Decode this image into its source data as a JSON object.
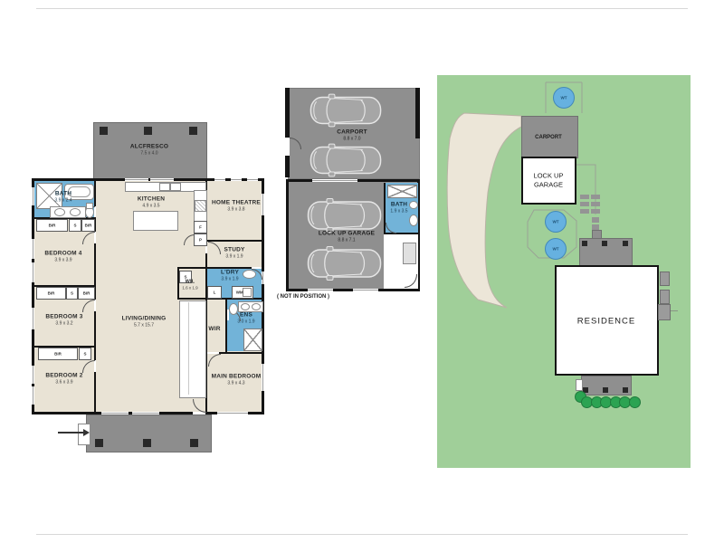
{
  "floorplan": {
    "alfresco": {
      "name": "ALCFRESCO",
      "dims": "7.5 x 4.0"
    },
    "bath": {
      "name": "BATH",
      "dims": "3.9 x 2.4"
    },
    "kitchen": {
      "name": "KITCHEN",
      "dims": "4.9 x 3.5"
    },
    "home_theatre": {
      "name": "HOME THEATRE",
      "dims": "3.9 x 3.8"
    },
    "bedroom4": {
      "name": "BEDROOM 4",
      "dims": "3.9 x 3.9"
    },
    "study": {
      "name": "STUDY",
      "dims": "3.9 x 1.9"
    },
    "wil": {
      "name": "WIL",
      "dims": "1.6 x 1.9"
    },
    "ldry": {
      "name": "L'DRY",
      "dims": "3.9 x 1.9"
    },
    "bedroom3": {
      "name": "BEDROOM 3",
      "dims": "3.9 x 3.2"
    },
    "living": {
      "name": "LIVING/DINING",
      "dims": "5.7 x 15.7"
    },
    "wir": {
      "name": "WIR"
    },
    "ens": {
      "name": "ENS",
      "dims": "3.0 x 1.9"
    },
    "bedroom2": {
      "name": "BEDROOM 2",
      "dims": "3.6 x 3.9"
    },
    "main_bedroom": {
      "name": "MAIN BEDROOM",
      "dims": "3.9 x 4.3"
    },
    "fixtures": {
      "bir": "BIR",
      "s": "S",
      "wm": "WM",
      "l": "L",
      "f": "F",
      "p": "P"
    }
  },
  "garage_plan": {
    "carport": {
      "name": "CARPORT",
      "dims": "8.8 x 7.0"
    },
    "garage": {
      "name": "LOCK UP GARAGE",
      "dims": "8.8 x 7.1"
    },
    "bath": {
      "name": "BATH",
      "dims": "1.9 x 3.5"
    },
    "note": "( NOT IN POSITION )"
  },
  "siteplan": {
    "carport": "CARPORT",
    "garage": "LOCK UP GARAGE",
    "residence": "RESIDENCE",
    "water_tank": "WT"
  },
  "colors": {
    "wet_area_blue": "#72b3d8",
    "floor_cream": "#e9e3d5",
    "roof_gray": "#8d8d8d",
    "wall_black": "#141414",
    "site_green": "#a0cf99",
    "driveway_cream": "#ece6d8",
    "tank_blue": "#66b1e0",
    "bush_green": "#2ca352"
  }
}
